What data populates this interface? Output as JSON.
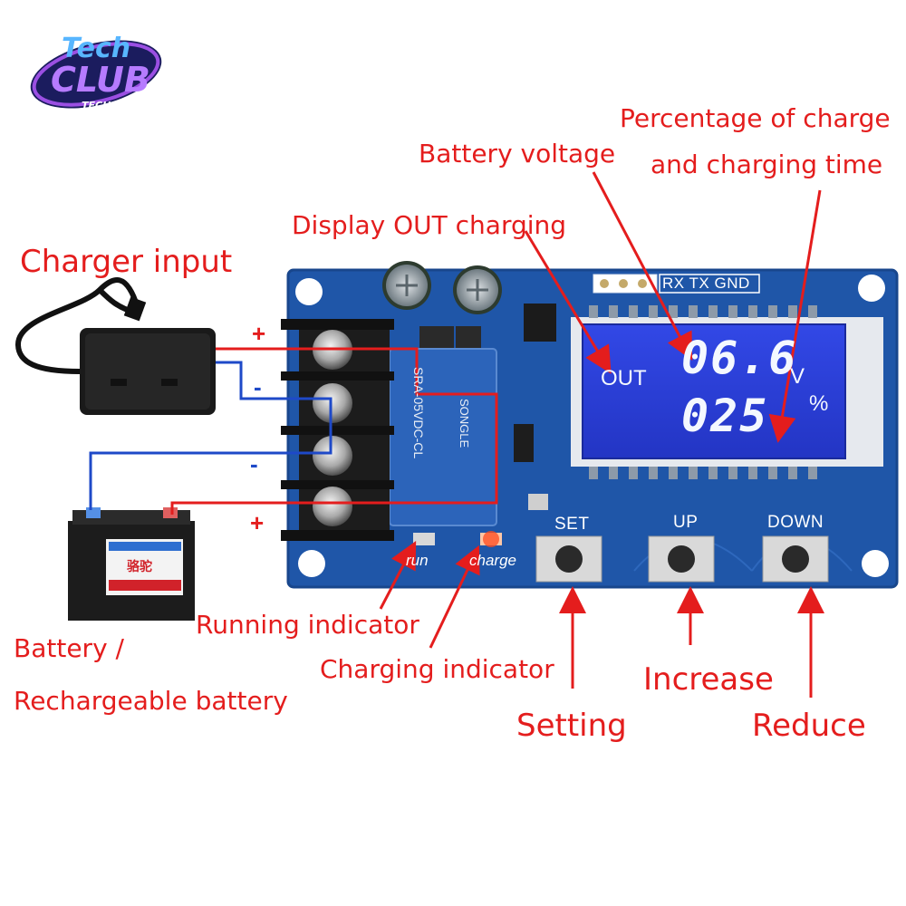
{
  "logo": {
    "top_text": "Tech",
    "mid_text": "CLUB",
    "sub_text": "TECH CLUB"
  },
  "annotations": {
    "charger_input": "Charger input",
    "battery_line1": "Battery /",
    "battery_line2": "Rechargeable battery",
    "battery_voltage": "Battery voltage",
    "percentage_line1": "Percentage of charge",
    "percentage_line2": "and charging time",
    "display_out": "Display OUT charging",
    "running_indicator": "Running indicator",
    "charging_indicator": "Charging indicator",
    "setting": "Setting",
    "increase": "Increase",
    "reduce": "Reduce"
  },
  "terminal_signs": {
    "plus_top": "+",
    "minus_top": "-",
    "minus_bottom": "-",
    "plus_bottom": "+"
  },
  "board": {
    "header_label": "RX TX GND",
    "run_label": "run",
    "charge_label": "charge",
    "relay_text_1": "SRA-05VDC-CL",
    "relay_text_2": "SONGLE",
    "buttons": {
      "set": "SET",
      "up": "UP",
      "down": "DOWN"
    }
  },
  "lcd": {
    "out_label": "OUT",
    "voltage": "06.6",
    "voltage_unit": "V",
    "percent": "025",
    "percent_unit": "%"
  },
  "battery_brand": "骆驼",
  "colors": {
    "annotation": "#e41d1d",
    "board": "#1f56a8",
    "lcd": "#2a3fd4",
    "positive_wire": "#e41d1d",
    "negative_wire": "#1e49c8"
  }
}
